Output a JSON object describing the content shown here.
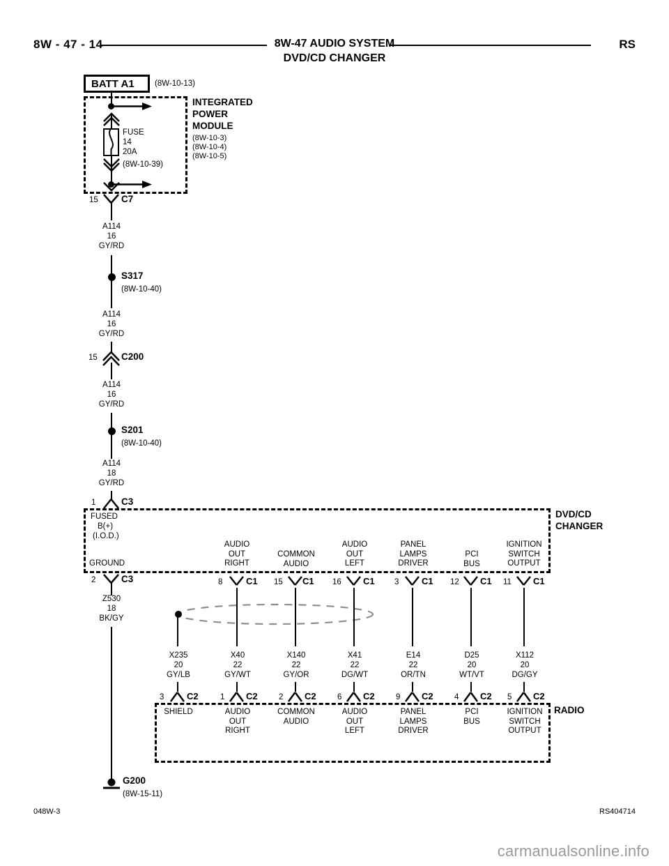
{
  "header": {
    "page_number": "8W - 47 - 14",
    "title": "8W-47 AUDIO SYSTEM",
    "subtitle": "DVD/CD CHANGER",
    "model": "RS"
  },
  "footer": {
    "drawing_id": "048W-3",
    "sheet_id": "RS404714",
    "watermark": "carmanualsonline.info"
  },
  "power": {
    "batt_label": "BATT A1",
    "batt_ref": "(8W-10-13)",
    "module_name_line1": "INTEGRATED",
    "module_name_line2": "POWER",
    "module_name_line3": "MODULE",
    "module_ref1": "(8W-10-3)",
    "module_ref2": "(8W-10-4)",
    "module_ref3": "(8W-10-5)",
    "fuse_label": "FUSE",
    "fuse_number": "14",
    "fuse_rating": "20A",
    "fuse_ref": "(8W-10-39)"
  },
  "connectors": {
    "c7": {
      "pin": "15",
      "name": "C7"
    },
    "c200": {
      "pin": "15",
      "name": "C200"
    },
    "c3_in": {
      "pin": "1",
      "name": "C3"
    },
    "c3_gnd": {
      "pin": "2",
      "name": "C3"
    }
  },
  "splices": [
    {
      "name": "S317",
      "ref": "(8W-10-40)"
    },
    {
      "name": "S201",
      "ref": "(8W-10-40)"
    }
  ],
  "feed_wires": [
    {
      "id": "A114",
      "gauge": "16",
      "color": "GY/RD"
    },
    {
      "id": "A114",
      "gauge": "16",
      "color": "GY/RD"
    },
    {
      "id": "A114",
      "gauge": "16",
      "color": "GY/RD"
    },
    {
      "id": "A114",
      "gauge": "18",
      "color": "GY/RD"
    }
  ],
  "ground": {
    "wire_id": "Z530",
    "gauge": "18",
    "color": "BK/GY",
    "name": "G200",
    "ref": "(8W-15-11)"
  },
  "dvd_changer": {
    "title_line1": "DVD/CD",
    "title_line2": "CHANGER",
    "left_labels": {
      "fused_line1": "FUSED",
      "fused_line2": "B(+)",
      "fused_line3": "(I.O.D.)",
      "ground": "GROUND"
    },
    "pins": [
      {
        "label": "AUDIO\nOUT\nRIGHT",
        "pin": "8",
        "connector": "C1"
      },
      {
        "label": "COMMON\nAUDIO",
        "pin": "15",
        "connector": "C1"
      },
      {
        "label": "AUDIO\nOUT\nLEFT",
        "pin": "16",
        "connector": "C1"
      },
      {
        "label": "PANEL\nLAMPS\nDRIVER",
        "pin": "3",
        "connector": "C1"
      },
      {
        "label": "PCI\nBUS",
        "pin": "12",
        "connector": "C1"
      },
      {
        "label": "IGNITION\nSWITCH\nOUTPUT",
        "pin": "11",
        "connector": "C1"
      }
    ]
  },
  "radio": {
    "title": "RADIO",
    "pins": [
      {
        "label": "SHIELD",
        "pin": "3",
        "connector": "C2"
      },
      {
        "label": "AUDIO\nOUT\nRIGHT",
        "pin": "1",
        "connector": "C2"
      },
      {
        "label": "COMMON\nAUDIO",
        "pin": "2",
        "connector": "C2"
      },
      {
        "label": "AUDIO\nOUT\nLEFT",
        "pin": "6",
        "connector": "C2"
      },
      {
        "label": "PANEL\nLAMPS\nDRIVER",
        "pin": "9",
        "connector": "C2"
      },
      {
        "label": "PCI\nBUS",
        "pin": "4",
        "connector": "C2"
      },
      {
        "label": "IGNITION\nSWITCH\nOUTPUT",
        "pin": "5",
        "connector": "C2"
      }
    ]
  },
  "signal_wires": [
    {
      "id": "X235",
      "gauge": "20",
      "color": "GY/LB"
    },
    {
      "id": "X40",
      "gauge": "22",
      "color": "GY/WT"
    },
    {
      "id": "X140",
      "gauge": "22",
      "color": "GY/OR"
    },
    {
      "id": "X41",
      "gauge": "22",
      "color": "DG/WT"
    },
    {
      "id": "E14",
      "gauge": "22",
      "color": "OR/TN"
    },
    {
      "id": "D25",
      "gauge": "20",
      "color": "WT/VT"
    },
    {
      "id": "X112",
      "gauge": "20",
      "color": "DG/GY"
    }
  ]
}
